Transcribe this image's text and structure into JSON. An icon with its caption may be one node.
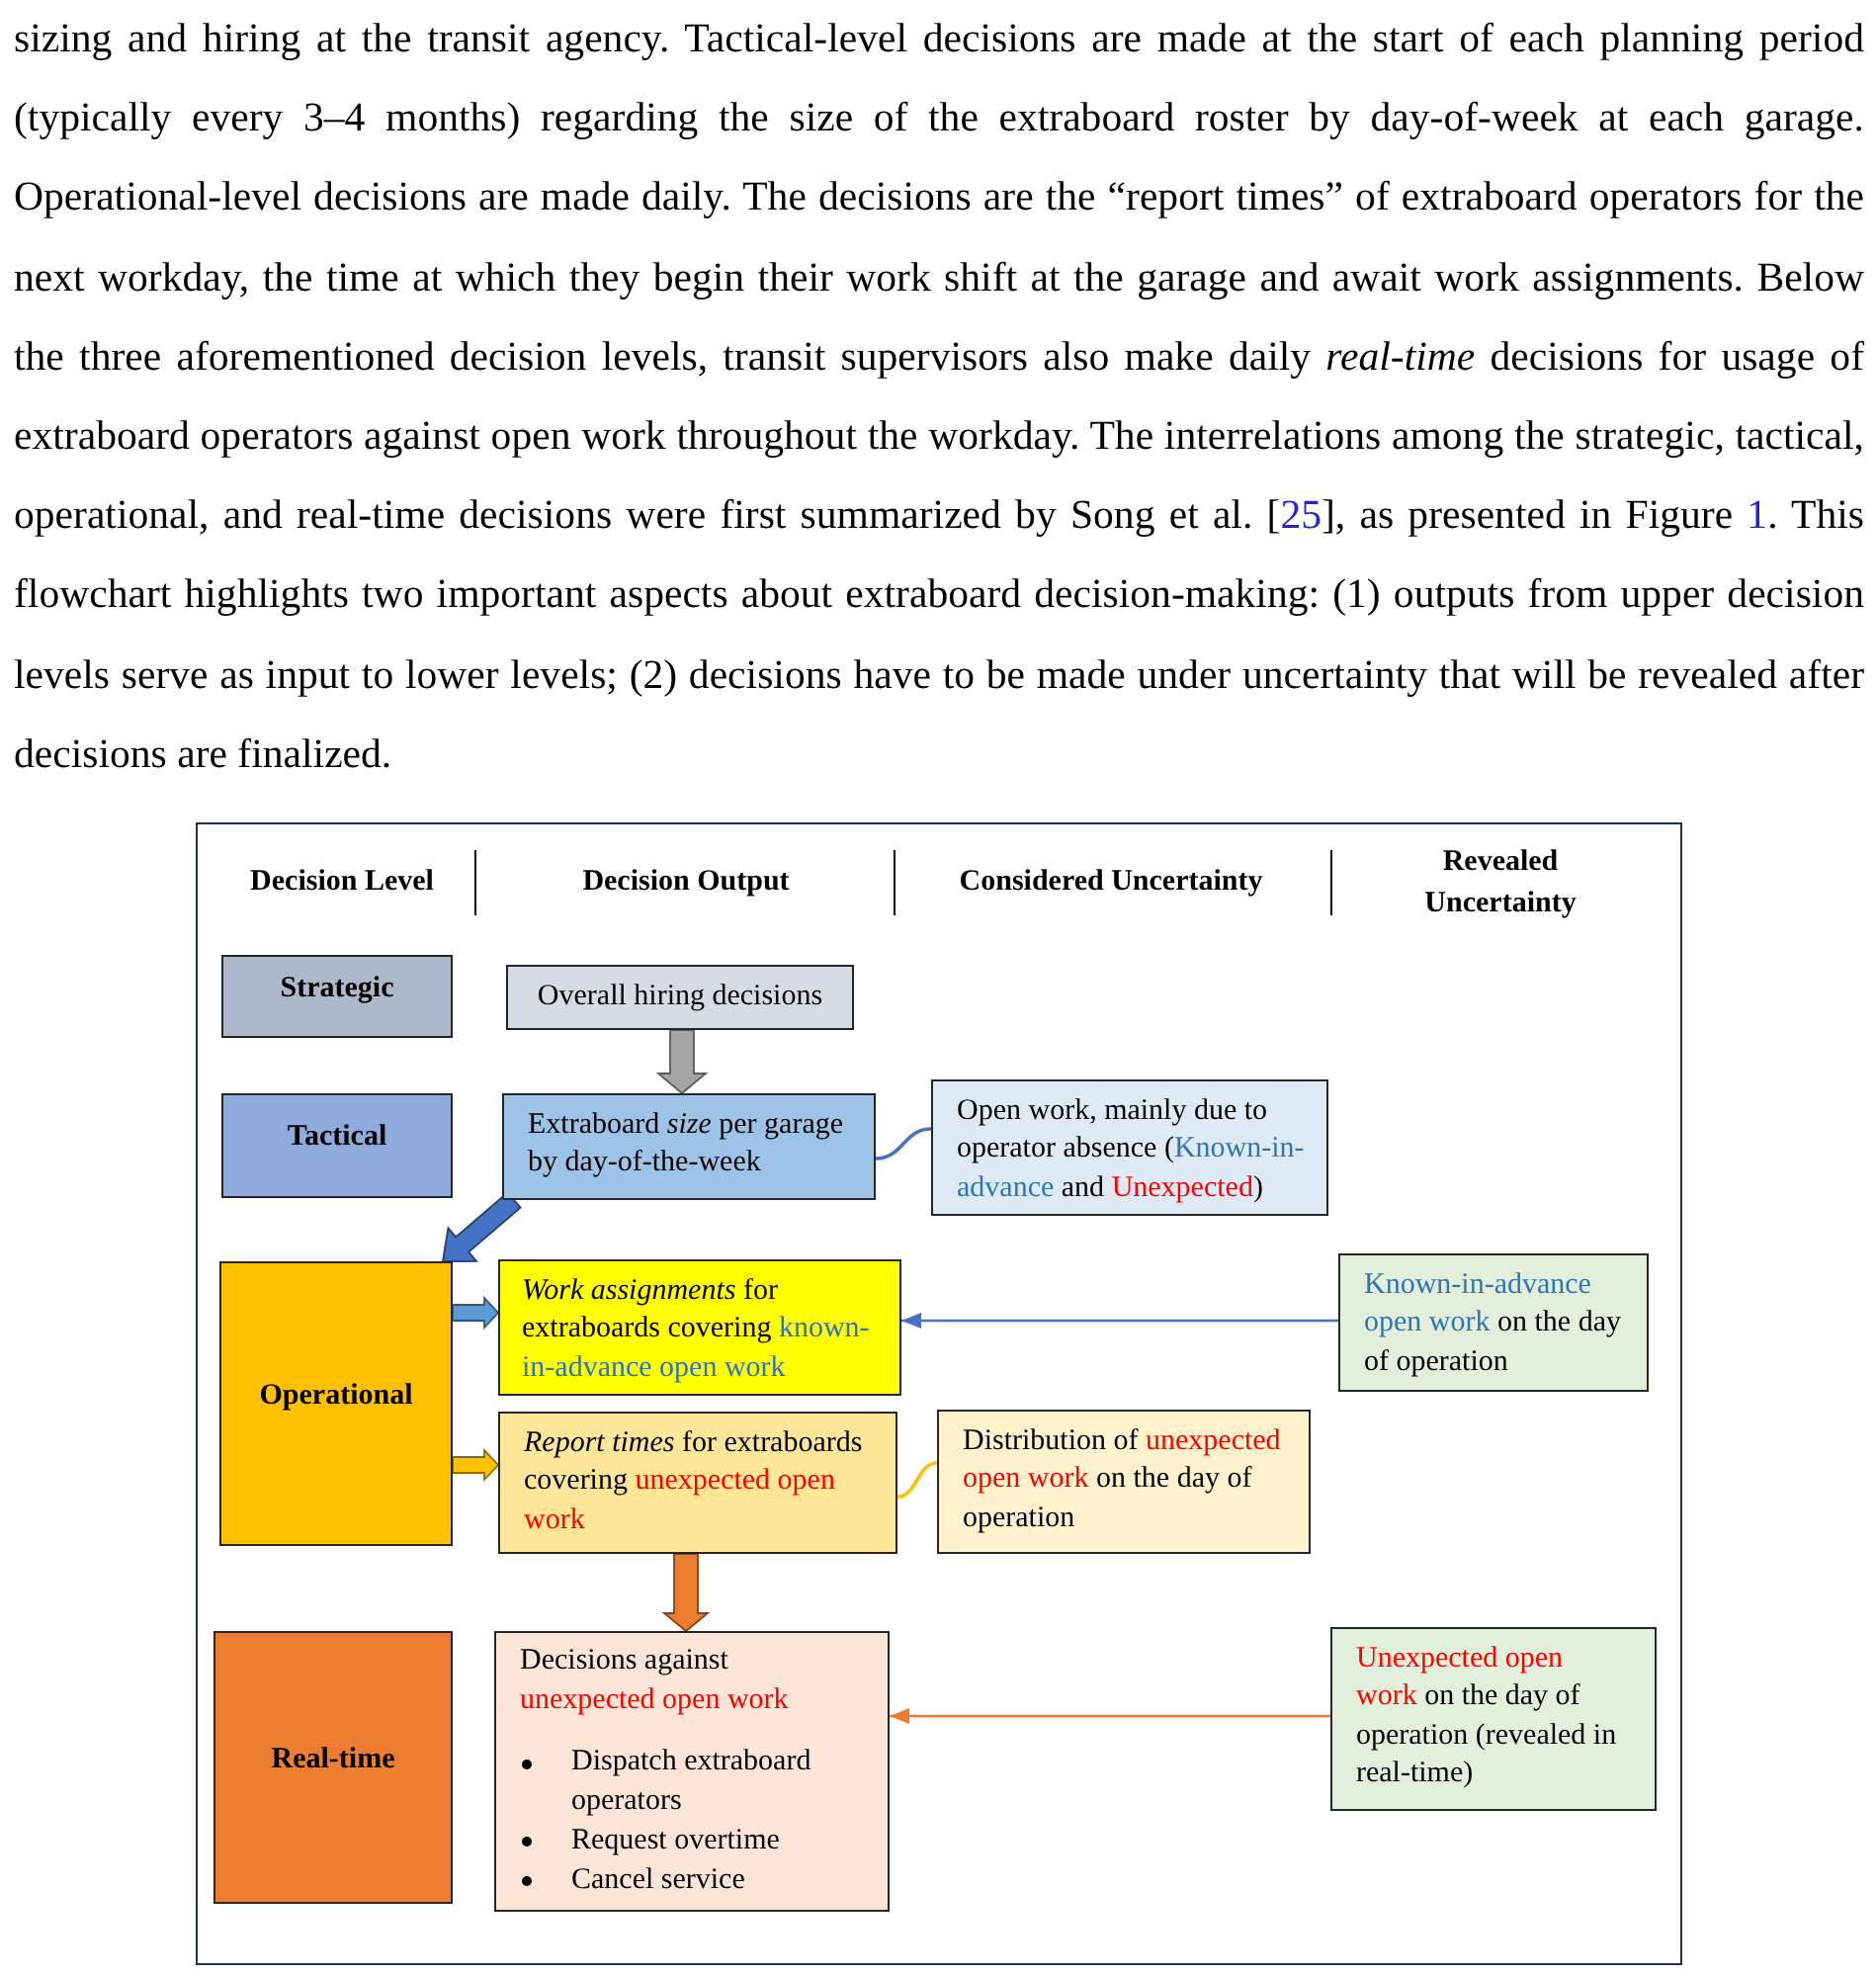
{
  "diagram": {
    "nodes": [
      {
        "text": [
          "Strategic"
        ]
      },
      {
        "text": [
          "Overall hiring decisions"
        ]
      },
      {
        "text": [
          "Tactical"
        ]
      },
      {
        "text": [
          "Extraboard *size* per garage by day-of-the-week"
        ]
      },
      {
        "text": [
          "Open work, mainly due to operator absence (Known-in-advance and Unexpected)"
        ]
      },
      {
        "text": [
          "Operational"
        ]
      },
      {
        "text": [
          "*Work assignments* for extraboards covering known-in-advance open work"
        ]
      },
      {
        "text": [
          "Known-in-advance open work on the day of operation"
        ]
      },
      {
        "text": [
          "*Report times* for extraboards covering unexpected open work"
        ]
      },
      {
        "text": [
          "Distribution of unexpected open work on the day of operation"
        ]
      },
      {
        "text": [
          "Real-time"
        ]
      },
      {
        "text": [
          "Decisions against unexpected open work",
          "Dispatch extraboard operators",
          "Request overtime",
          "Cancel service"
        ]
      },
      {
        "text": [
          "Unexpected open work on the day of operation (revealed in real-time)"
        ]
      }
    ],
    "edges": [
      {
        "from": 1,
        "to": 3,
        "arrow": "to",
        "style": "thick",
        "color": "#a5a5a5"
      },
      {
        "from": 3,
        "to": 4,
        "arrow": "none",
        "color": "#4472c4"
      },
      {
        "from": 3,
        "to": 5,
        "arrow": "to",
        "style": "thick",
        "color": "#4472c4"
      },
      {
        "from": 5,
        "to": 6,
        "arrow": "to",
        "style": "thick",
        "color": "#5b9bd5"
      },
      {
        "from": 7,
        "to": 6,
        "arrow": "to",
        "color": "#4472c4"
      },
      {
        "from": 5,
        "to": 8,
        "arrow": "to",
        "style": "thick",
        "color": "#ffc000"
      },
      {
        "from": 8,
        "to": 9,
        "arrow": "none",
        "color": "#ffc000"
      },
      {
        "from": 8,
        "to": 11,
        "arrow": "to",
        "style": "thick",
        "color": "#ed7d31"
      },
      {
        "from": 12,
        "to": 11,
        "arrow": "to",
        "color": "#ed7d31"
      }
    ],
    "labels": [
      "sizing and hiring at the transit agency. Tactical-level decisions are made at the start of each planning period (typically every 3–4 months) regarding the size of the extraboard roster by day-of-week at each garage. Operational-level decisions are made daily. The decisions are the “report times” of extraboard operators for the next workday, the time at which they begin their work shift at the garage and await work assignments. Below the three aforementioned decision levels, transit supervisors also make daily *real-time* decisions for usage of extraboard operators against open work throughout the workday. The interrelations among the strategic, tactical, operational, and real-time decisions were first summarized by Song et al. [25], as presented in Figure 1. This flowchart highlights two important aspects about extraboard decision-making: (1) outputs from upper decision levels serve as input to lower levels; (2) decisions have to be made under uncertainty that will be revealed after decisions are finalized.",
      "Decision Level",
      "Decision Output",
      "Considered Uncertainty",
      "Revealed Uncertainty"
    ]
  }
}
